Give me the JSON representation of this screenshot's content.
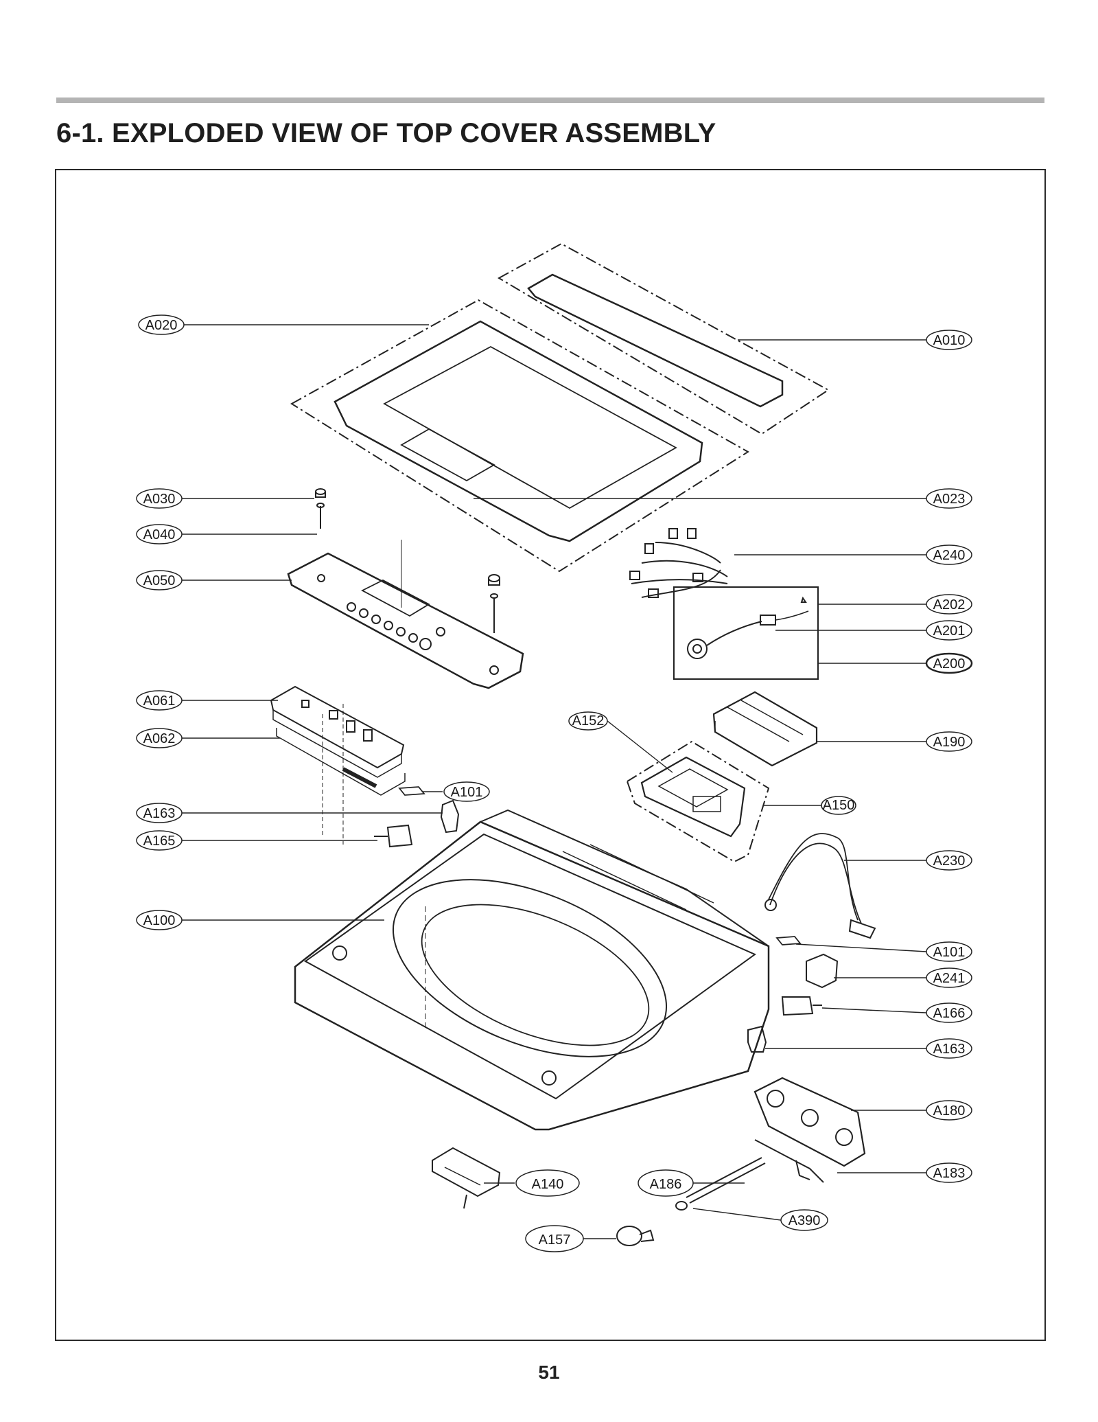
{
  "page": {
    "title": "6-1. EXPLODED VIEW OF TOP COVER ASSEMBLY",
    "page_number": "51"
  },
  "callouts": {
    "A020": "A020",
    "A010": "A010",
    "A030": "A030",
    "A040": "A040",
    "A023": "A023",
    "A050": "A050",
    "A240": "A240",
    "A202": "A202",
    "A201": "A201",
    "A200": "A200",
    "A061": "A061",
    "A062": "A062",
    "A152": "A152",
    "A190": "A190",
    "A101_left": "A101",
    "A150": "A150",
    "A163_left": "A163",
    "A165": "A165",
    "A230": "A230",
    "A100": "A100",
    "A101_right": "A101",
    "A241": "A241",
    "A166": "A166",
    "A163_right": "A163",
    "A180": "A180",
    "A183": "A183",
    "A140": "A140",
    "A186": "A186",
    "A390": "A390",
    "A157": "A157"
  }
}
